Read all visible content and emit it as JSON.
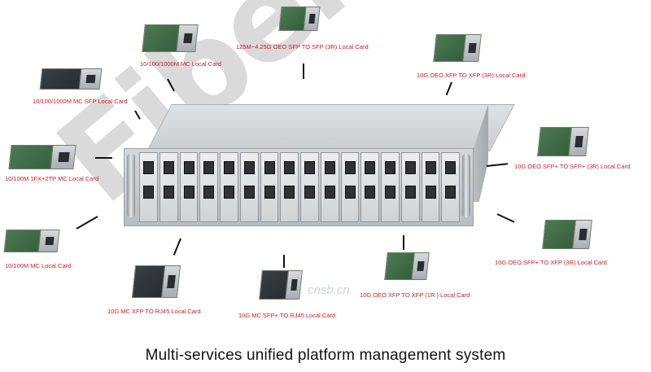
{
  "watermark": {
    "brand": "FiberRoad",
    "site": "cnsb.cn"
  },
  "title": "Multi-services unified platform management system",
  "cards": {
    "c125m_oeo": "125M~4.25G OEO SFP TO SFP (3R) Local Card",
    "c10g_oeo_xfp_xfp_3r": "10G OEO XFP TO XFP (3R) Local Card",
    "c10g_oeo_sfpp_sfpp_3r": "10G OEO SFP+ TO SFP+ (3R) Local Card",
    "c10g_oeo_sfpp_xfp_3r": "10G OEO SFP+ TO XFP (3R)  Local Card",
    "c10g_oeo_xfp_xfp_1r": "10G OEO XFP TO XFP  (1R )  Local Card",
    "c10g_mc_sfpp_rj45": "10G MC SFP+ TO RJ45 Local Card",
    "c10g_mc_xfp_rj45": "10G MC XFP TO RJ45 Local Card",
    "c10_100m_mc": "10/100M MC Local Card",
    "c10_100m_1fx2tp": "10/100M 1FX+2TP MC Local Card",
    "c10_100_1000m_mc_sfp": "10/100/1000M MC SFP Local Card",
    "c10_100_1000m_mc": "10/100/1000M MC Local Card"
  }
}
